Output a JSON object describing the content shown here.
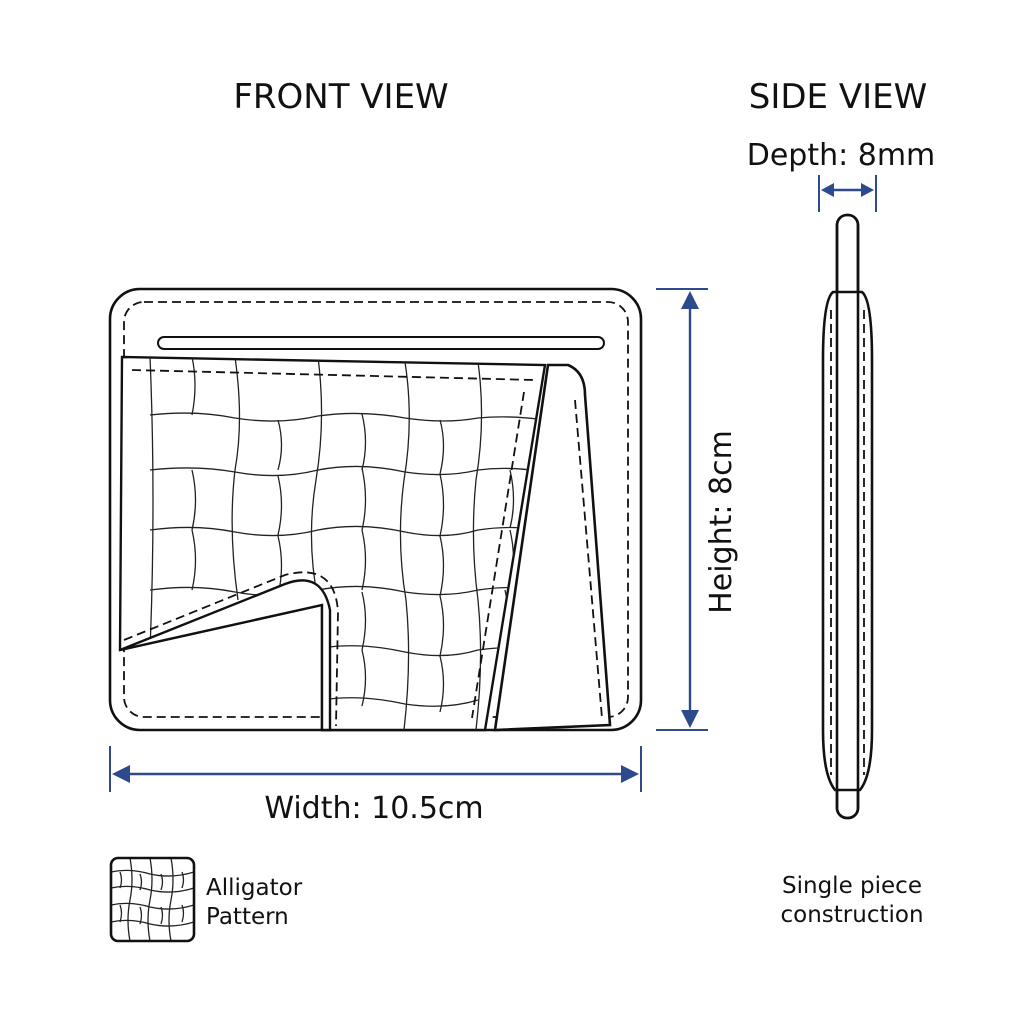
{
  "front_view": {
    "title": "FRONT VIEW"
  },
  "side_view": {
    "title": "SIDE VIEW",
    "depth_label": "Depth: 8mm",
    "note_line1": "Single piece",
    "note_line2": "construction"
  },
  "dimensions": {
    "width_label": "Width: 10.5cm",
    "height_label": "Height: 8cm"
  },
  "legend": {
    "line1": "Alligator",
    "line2": "Pattern",
    "swatch_icon": "alligator-texture-swatch"
  },
  "colors": {
    "dimension": "#2c4a8c",
    "line": "#111111",
    "background": "#ffffff"
  }
}
